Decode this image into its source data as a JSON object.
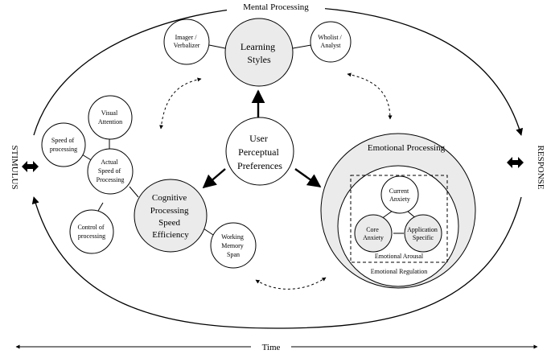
{
  "outer_title": "Mental Processing",
  "stimulus": "STIMULUS",
  "response": "RESPONSE",
  "time": "Time",
  "center": {
    "lines": [
      "User",
      "Perceptual",
      "Preferences"
    ]
  },
  "learning_styles": {
    "lines": [
      "Learning",
      "Styles"
    ],
    "imager": [
      "Imager /",
      "Verbalizer"
    ],
    "wholist": [
      "Wholist /",
      "Analyst"
    ]
  },
  "cognitive": {
    "lines": [
      "Cognitive",
      "Processing",
      "Speed",
      "Efficiency"
    ],
    "actual_speed": [
      "Actual",
      "Speed of",
      "Processing"
    ],
    "visual_attention": [
      "Visual",
      "Attention"
    ],
    "speed_of_processing": [
      "Speed of",
      "processing"
    ],
    "control_of_processing": [
      "Control of",
      "processing"
    ],
    "working_memory": [
      "Working",
      "Memory",
      "Span"
    ]
  },
  "emotional": {
    "title": "Emotional Processing",
    "current_anxiety": [
      "Current",
      "Anxiety"
    ],
    "core_anxiety": [
      "Core",
      "Anxiety"
    ],
    "application_specific": [
      "Application",
      "Specific"
    ],
    "arousal": "Emotional Arousal",
    "regulation": "Emotional Regulation"
  },
  "colors": {
    "fill_gray": "#ebebeb",
    "stroke": "#000000",
    "background": "#ffffff"
  }
}
